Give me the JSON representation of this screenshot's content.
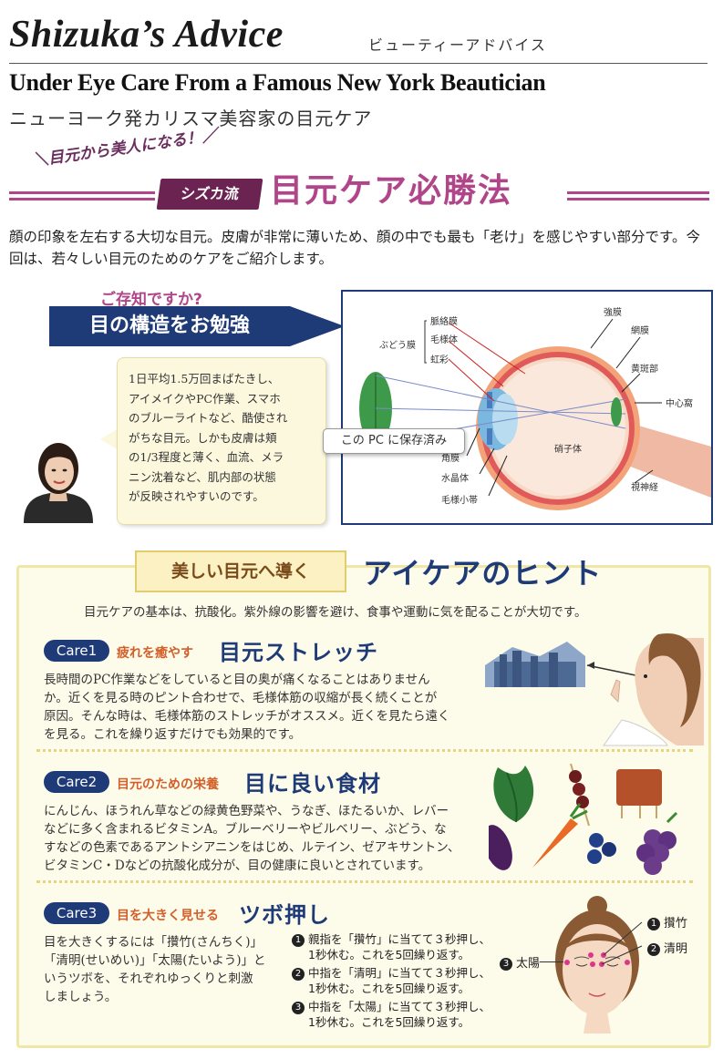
{
  "header": {
    "brand": "Shizuka’s Advice",
    "brand_sub": "ビューティーアドバイス",
    "english_title": "Under Eye Care From a Famous New York Beautician",
    "japanese_subtitle": "ニューヨーク発カリスマ美容家の目元ケア"
  },
  "banner": {
    "kicker": "＼目元から美人になる！／",
    "badge": "シズカ流",
    "title": "目元ケア必勝法"
  },
  "intro": "顔の印象を左右する大切な目元。皮膚が非常に薄いため、顔の中でも最も「老け」を感じやすい部分です。今回は、若々しい目元のためのケアをご紹介します。",
  "structure": {
    "did_you_know": "ご存知ですか?",
    "heading": "目の構造をお勉強",
    "bubble": [
      "1日平均1.5万回まばたきし、",
      "アイメイクやPC作業、スマホ",
      "のブルーライトなど、酷使され",
      "がちな目元。しかも皮膚は頬",
      "の1/3程度と薄く、血流、メラ",
      "ニン沈着など、肌内部の状態",
      "が反映されやすいのです。"
    ],
    "diagram_labels": {
      "uvea": "ぶどう膜",
      "choroid": "脈絡膜",
      "ciliary_body": "毛様体",
      "iris": "虹彩",
      "sclera": "強膜",
      "retina": "網膜",
      "macula": "黄斑部",
      "fovea": "中心窩",
      "cornea": "角膜",
      "vitreous": "硝子体",
      "lens": "水晶体",
      "zonule": "毛様小帯",
      "optic_nerve": "視神経"
    },
    "pc_saved_tooltip": "この PC に保存済み"
  },
  "hints": {
    "tab": "美しい目元へ導く",
    "title": "アイケアのヒント",
    "intro": "目元ケアの基本は、抗酸化。紫外線の影響を避け、食事や運動に気を配ることが大切です。",
    "care1": {
      "pill": "Care1",
      "sub": "疲れを癒やす",
      "title": "目元ストレッチ",
      "body": [
        "長時間のPC作業などをしていると目の奥が痛くなることはありません",
        "か。近くを見る時のピント合わせで、毛様体筋の収縮が長く続くことが",
        "原因。そんな時は、毛様体筋のストレッチがオススメ。近くを見たら遠く",
        "を見る。これを繰り返すだけでも効果的です。"
      ]
    },
    "care2": {
      "pill": "Care2",
      "sub": "目元のための栄養",
      "title": "目に良い食材",
      "body": [
        "にんじん、ほうれん草などの緑黄色野菜や、うなぎ、ほたるいか、レバー",
        "などに多く含まれるビタミンA。ブルーベリーやビルベリー、ぶどう、な",
        "すなどの色素であるアントシアニンをはじめ、ルテイン、ゼアキサントン、",
        "ビタミンC・Dなどの抗酸化成分が、目の健康に良いとされています。"
      ]
    },
    "care3": {
      "pill": "Care3",
      "sub": "目を大きく見せる",
      "title": "ツボ押し",
      "body": [
        "目を大きくするには「攢竹(さんちく)」",
        "「清明(せいめい)」「太陽(たいよう)」と",
        "いうツボを、それぞれゆっくりと刺激",
        "しましょう。"
      ],
      "steps": [
        {
          "num": "1",
          "line1": "親指を「攢竹」に当てて３秒押し、",
          "line2": "1秒休む。これを5回繰り返す。"
        },
        {
          "num": "2",
          "line1": "中指を「清明」に当てて３秒押し、",
          "line2": "1秒休む。これを5回繰り返す。"
        },
        {
          "num": "3",
          "line1": "中指を「太陽」に当てて３秒押し、",
          "line2": "1秒休む。これを5回繰り返す。"
        }
      ],
      "points": {
        "p1_num": "1",
        "p1": "攢竹",
        "p2_num": "2",
        "p2": "清明",
        "p3_num": "3",
        "p3": "太陽"
      }
    }
  },
  "colors": {
    "navy": "#1e3a77",
    "magenta": "#b0458a",
    "plum": "#6b2352",
    "orange": "#d2602a",
    "cream": "#fdfbea"
  }
}
